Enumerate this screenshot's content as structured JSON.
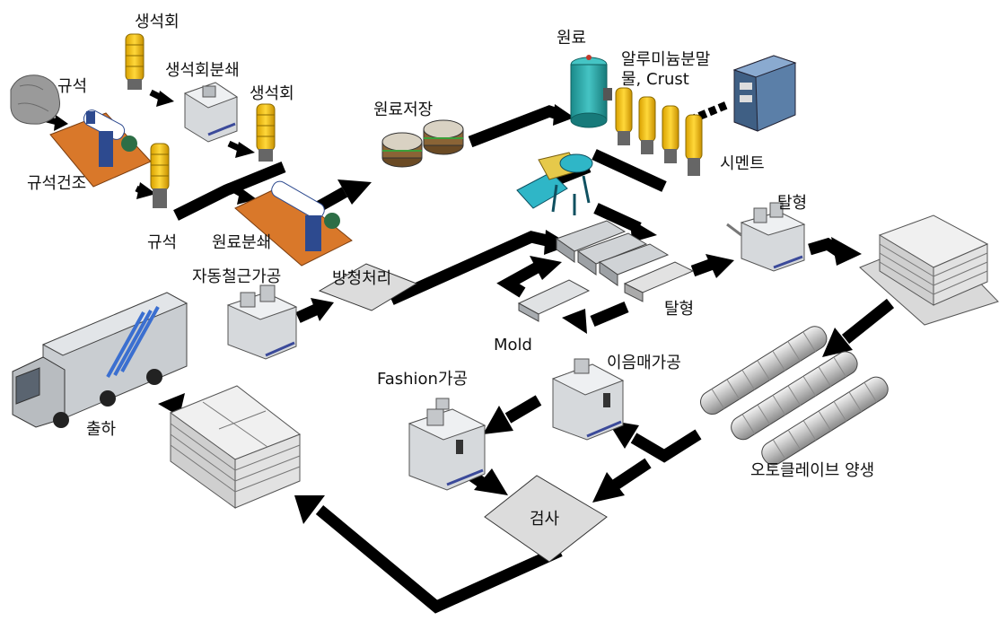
{
  "labels": {
    "limestone_top": "생석회",
    "silica_top": "규석",
    "limestone_crush": "생석회분쇄",
    "limestone_right": "생석회",
    "silica_dry": "규석건조",
    "silica_bottom": "규석",
    "material_crush": "원료분쇄",
    "material_storage": "원료저장",
    "raw": "원료",
    "aluminum": "알루미늄분말",
    "aluminum_line2": "물, Crust",
    "cement": "시멘트",
    "demold_top": "탈형",
    "demold_mid": "탈형",
    "rebar": "자동철근가공",
    "rustproof": "방청처리",
    "mold": "Mold",
    "fashion": "Fashion가공",
    "joint": "이음매가공",
    "inspect": "검사",
    "ship": "출하",
    "autoclave": "오토클레이브 양생"
  },
  "colors": {
    "flow": "#000000",
    "silo": "#f2c21b",
    "platform": "#d9782a",
    "machine": "#d6d9dc",
    "mixer": "#2fb6c7",
    "tank": "#2aa5a5",
    "truck_stripe": "#3b6fd0"
  }
}
